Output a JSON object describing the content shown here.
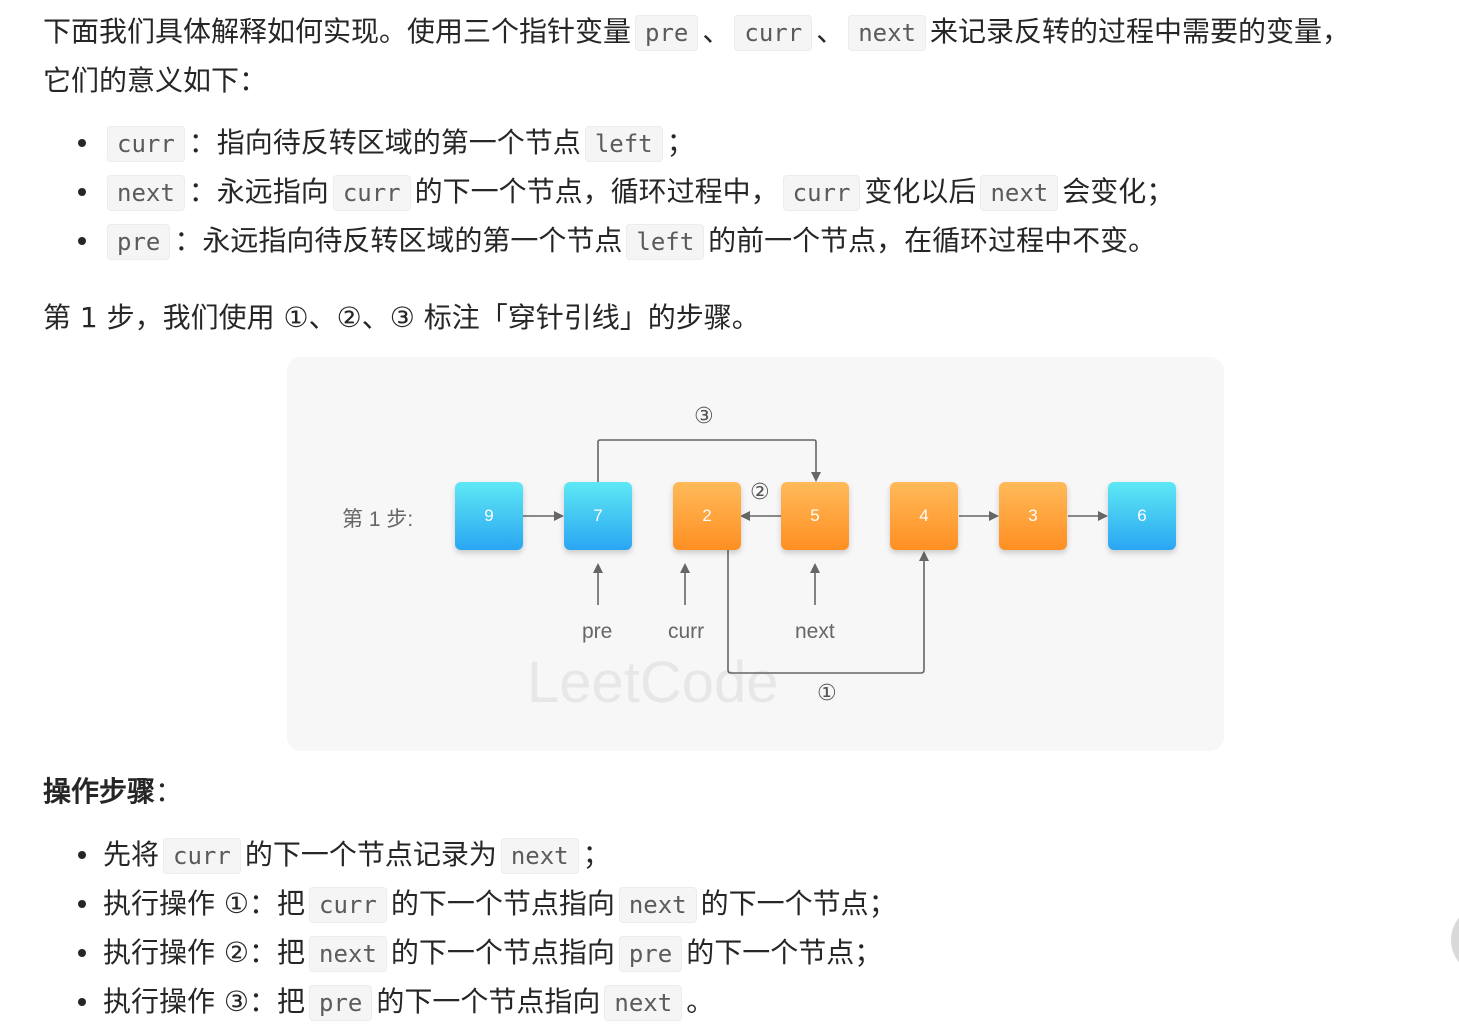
{
  "intro": {
    "text1": "下面我们具体解释如何实现。使用三个指针变量",
    "code_pre": "pre",
    "sep1": "、",
    "code_curr": "curr",
    "sep2": "、",
    "code_next": "next",
    "text2": "来记录反转的过程中需要的变量，",
    "line2": "它们的意义如下："
  },
  "meanings": [
    {
      "code": "curr",
      "parts": [
        "：指向待反转区域的第一个节点",
        "left",
        "；"
      ]
    },
    {
      "code": "next",
      "parts": [
        "：永远指向",
        "curr",
        "的下一个节点，循环过程中，",
        "curr",
        "变化以后",
        "next",
        "会变化；"
      ]
    },
    {
      "code": "pre",
      "parts": [
        "：永远指向待反转区域的第一个节点",
        "left",
        "的前一个节点，在循环过程中不变。"
      ]
    }
  ],
  "step_para": "第 1 步，我们使用 ①、②、③ 标注「穿针引线」的步骤。",
  "figure": {
    "step_label": "第 1 步:",
    "nodes": [
      {
        "value": "9",
        "color": "blue"
      },
      {
        "value": "7",
        "color": "blue"
      },
      {
        "value": "2",
        "color": "orange"
      },
      {
        "value": "5",
        "color": "orange"
      },
      {
        "value": "4",
        "color": "orange"
      },
      {
        "value": "3",
        "color": "orange"
      },
      {
        "value": "6",
        "color": "blue"
      }
    ],
    "pointers": {
      "pre": "pre",
      "curr": "curr",
      "next": "next"
    },
    "markers": {
      "one": "①",
      "two": "②",
      "three": "③"
    },
    "watermark": "LeetCode",
    "colors": {
      "blue": "#2aa6f2",
      "orange": "#ff8f22"
    }
  },
  "ops": {
    "heading": "操作步骤",
    "colon": "：",
    "items": [
      {
        "parts": [
          "先将",
          "curr",
          "的下一个节点记录为",
          "next",
          "；"
        ]
      },
      {
        "parts": [
          "执行操作 ①：把",
          "curr",
          "的下一个节点指向",
          "next",
          "的下一个节点；"
        ]
      },
      {
        "parts": [
          "执行操作 ②：把",
          "next",
          "的下一个节点指向",
          "pre",
          "的下一个节点；"
        ]
      },
      {
        "parts": [
          "执行操作 ③：把",
          "pre",
          "的下一个节点指向",
          "next",
          "。"
        ]
      }
    ]
  }
}
